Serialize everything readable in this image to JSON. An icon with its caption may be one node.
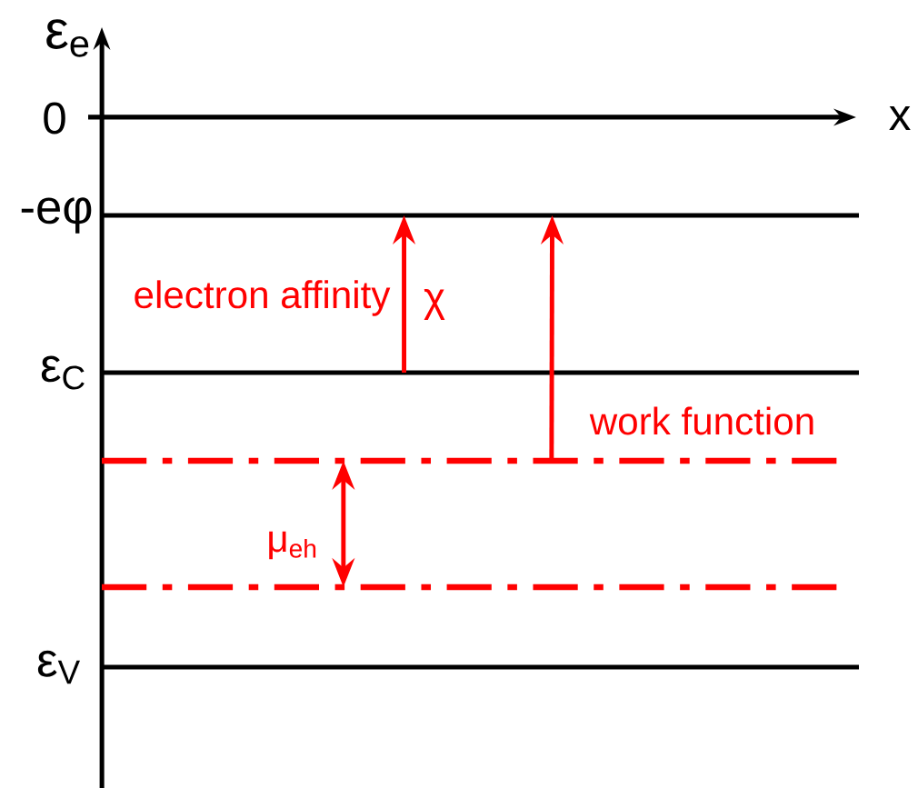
{
  "diagram": {
    "nodes": [
      {
        "text": [],
        "shape": "line",
        "beside": [
          "-eφ"
        ]
      },
      {
        "text": [],
        "shape": "line",
        "beside": [
          "ε$_{C}$"
        ]
      },
      {
        "text": [],
        "shape": "line"
      },
      {
        "text": [],
        "shape": "line"
      },
      {
        "text": [],
        "shape": "line",
        "beside": [
          "ε$_{V}$"
        ]
      }
    ],
    "edges": [
      {
        "from": 1,
        "to": 0,
        "arrow": "to",
        "label": "electron affinity"
      },
      {
        "from": 2,
        "to": 0,
        "arrow": "to",
        "label": "work function"
      },
      {
        "from": 3,
        "to": 2,
        "arrow": "both",
        "label": "μ$_{eh}$"
      }
    ],
    "labels": [
      "ε$_{e}$",
      "0",
      "x",
      "χ"
    ]
  }
}
